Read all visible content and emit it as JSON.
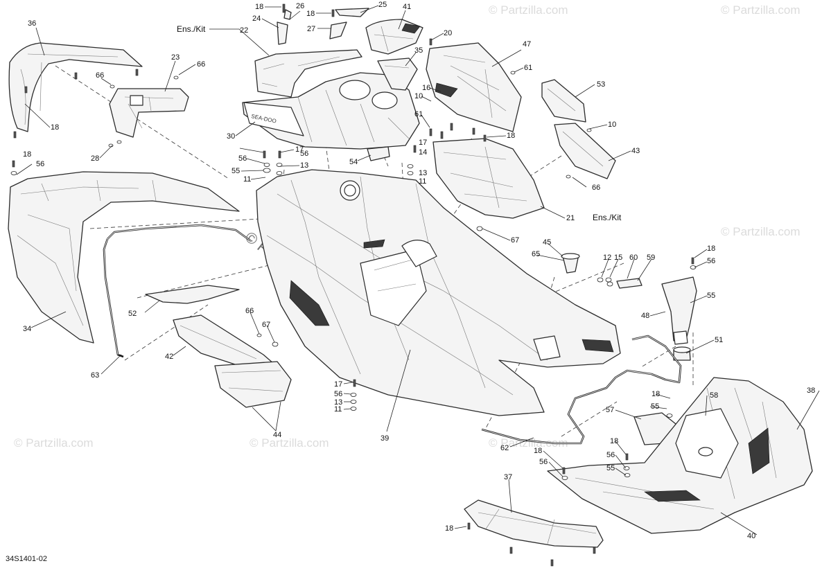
{
  "diagram": {
    "drawing_code": "34S1401-02",
    "watermark": "© Partzilla.com",
    "callouts": {
      "c1": "18",
      "c2": "26",
      "c3": "18",
      "c4": "25",
      "c5": "24",
      "c6": "27",
      "c7": "41",
      "c8": "36",
      "c9": "Ens./Kit",
      "c10": "22",
      "c11": "20",
      "c12": "47",
      "c13": "35",
      "c14": "23",
      "c15": "66",
      "c16": "66",
      "c17": "61",
      "c18": "53",
      "c19": "16",
      "c20": "10",
      "c21": "61",
      "c22": "30",
      "c23": "10",
      "c24": "18",
      "c25": "43",
      "c26": "28",
      "c27": "18",
      "c28": "17",
      "c29": "56",
      "c30": "55",
      "c31": "56",
      "c32": "13",
      "c33": "11",
      "c34": "54",
      "c35": "17",
      "c36": "14",
      "c37": "13",
      "c38": "11",
      "c39": "18",
      "c40": "56",
      "c41": "66",
      "c42": "21",
      "c43": "Ens./Kit",
      "c44": "67",
      "c45": "45",
      "c46": "65",
      "c47": "12",
      "c48": "15",
      "c49": "60",
      "c50": "59",
      "c51": "18",
      "c52": "56",
      "c53": "55",
      "c54": "48",
      "c55": "52",
      "c56": "66",
      "c57": "67",
      "c58": "34",
      "c59": "42",
      "c60": "51",
      "c61": "63",
      "c62": "17",
      "c63": "56",
      "c64": "13",
      "c65": "11",
      "c66": "44",
      "c67": "39",
      "c68": "18",
      "c69": "58",
      "c70": "38",
      "c71": "55",
      "c72": "57",
      "c73": "62",
      "c74": "18",
      "c75": "56",
      "c76": "18",
      "c77": "56",
      "c78": "55",
      "c79": "37",
      "c80": "18",
      "c81": "40"
    }
  }
}
